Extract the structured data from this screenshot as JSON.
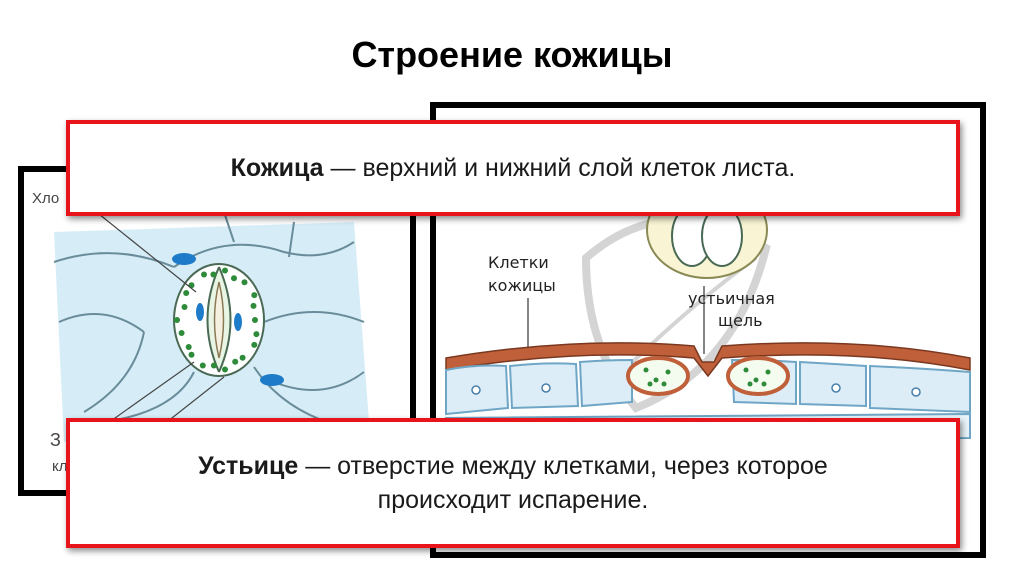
{
  "title": "Строение кожицы",
  "callout_top": {
    "term": "Кожица",
    "definition": " — верхний и нижний слой клеток листа."
  },
  "callout_bottom": {
    "term": "Устьице",
    "definition_line1": " — отверстие между клетками, через которое",
    "definition_line2": "происходит испарение."
  },
  "left_figure": {
    "label_top_partial": "Хло",
    "label_bottom_partial_1": "З",
    "label_bottom_partial_2": "кл"
  },
  "right_figure": {
    "label_cells_line1": "Клетки",
    "label_cells_line2": "кожицы",
    "label_stoma_line1": "устьичная",
    "label_stoma_line2": "щель"
  },
  "colors": {
    "accent_border": "#e8141b",
    "cell_fill": "#d9eef8",
    "cell_border": "#7bbfd9",
    "chloroplast": "#2e8b3a",
    "epidermis_brown": "#c0603a"
  }
}
